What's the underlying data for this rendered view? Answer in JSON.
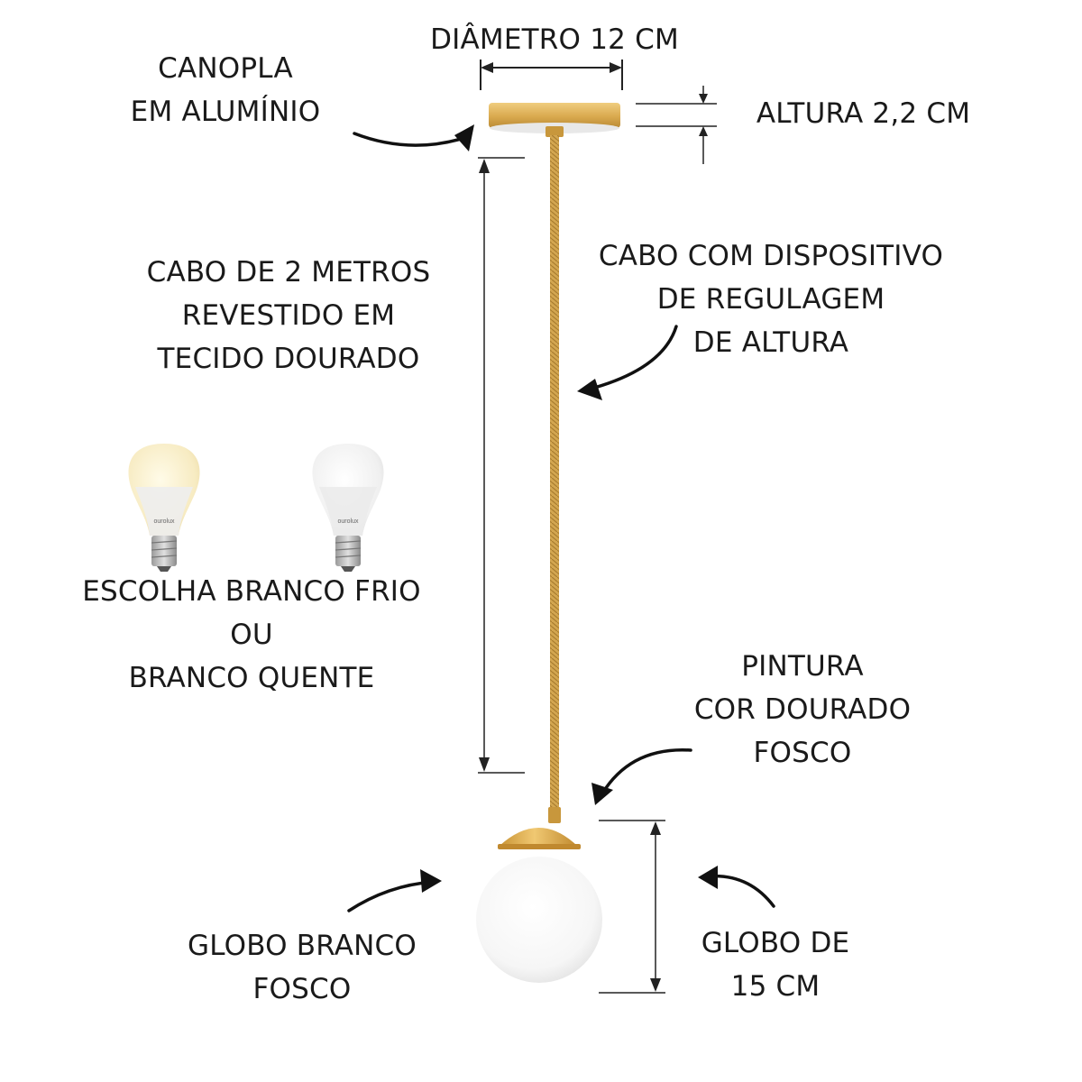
{
  "colors": {
    "background": "#ffffff",
    "text": "#1a1a1a",
    "gold": "#d9a94e",
    "gold_dark": "#b98a36",
    "gold_light": "#f0cd7f",
    "warm_bulb": "#f7ebc2",
    "cool_bulb": "#eeeeee",
    "globe": "#f5f5f5",
    "line": "#222222"
  },
  "labels": {
    "diametro": "DIÂMETRO 12 CM",
    "canopla": [
      "CANOPLA",
      "EM ALUMÍNIO"
    ],
    "altura": "ALTURA 2,2 CM",
    "cabo_regulagem": [
      "CABO COM DISPOSITIVO",
      "DE REGULAGEM",
      "DE ALTURA"
    ],
    "cabo_2m": [
      "CABO DE 2 METROS",
      "REVESTIDO EM",
      "TECIDO DOURADO"
    ],
    "escolha": [
      "ESCOLHA BRANCO FRIO",
      "OU",
      "BRANCO QUENTE"
    ],
    "pintura": [
      "PINTURA",
      "COR DOURADO",
      "FOSCO"
    ],
    "globo_branco": [
      "GLOBO BRANCO",
      "FOSCO"
    ],
    "globo_medida": [
      "GLOBO DE",
      "15 CM"
    ]
  },
  "bulbs": [
    {
      "name": "warm-white-bulb",
      "brand": "ourolux",
      "color": "warm"
    },
    {
      "name": "cool-white-bulb",
      "brand": "ourolux",
      "color": "cool"
    }
  ]
}
